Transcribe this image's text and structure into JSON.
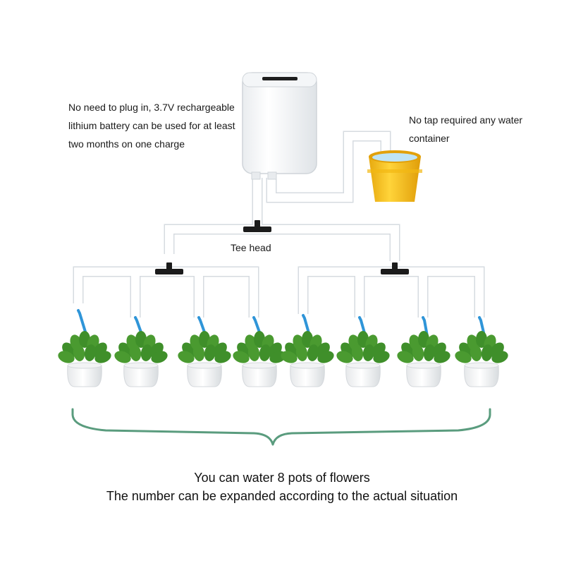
{
  "labels": {
    "battery_note": "No need to plug in, 3.7V rechargeable lithium battery can be used for at least two months on one charge",
    "container_note": "No tap required any water container",
    "tee_head": "Tee head"
  },
  "caption": {
    "line1": "You can water 8 pots of flowers",
    "line2": "The number can be expanded according to the actual situation"
  },
  "pot_count": 8,
  "colors": {
    "hose": "#ffffff",
    "hose_outline": "#d6dbe0",
    "drip_tube": "#2f95d8",
    "tee_connector": "#1b1b1b",
    "bucket": "#f6c21d",
    "water": "#bfe4f4",
    "brace": "#5a9c7e",
    "leaf": "#3f8f2a",
    "pot": "#ffffff"
  },
  "icons": [
    "pump-unit-icon",
    "bucket-icon",
    "tee-connector-icon",
    "potted-plant-icon",
    "brace-icon"
  ]
}
